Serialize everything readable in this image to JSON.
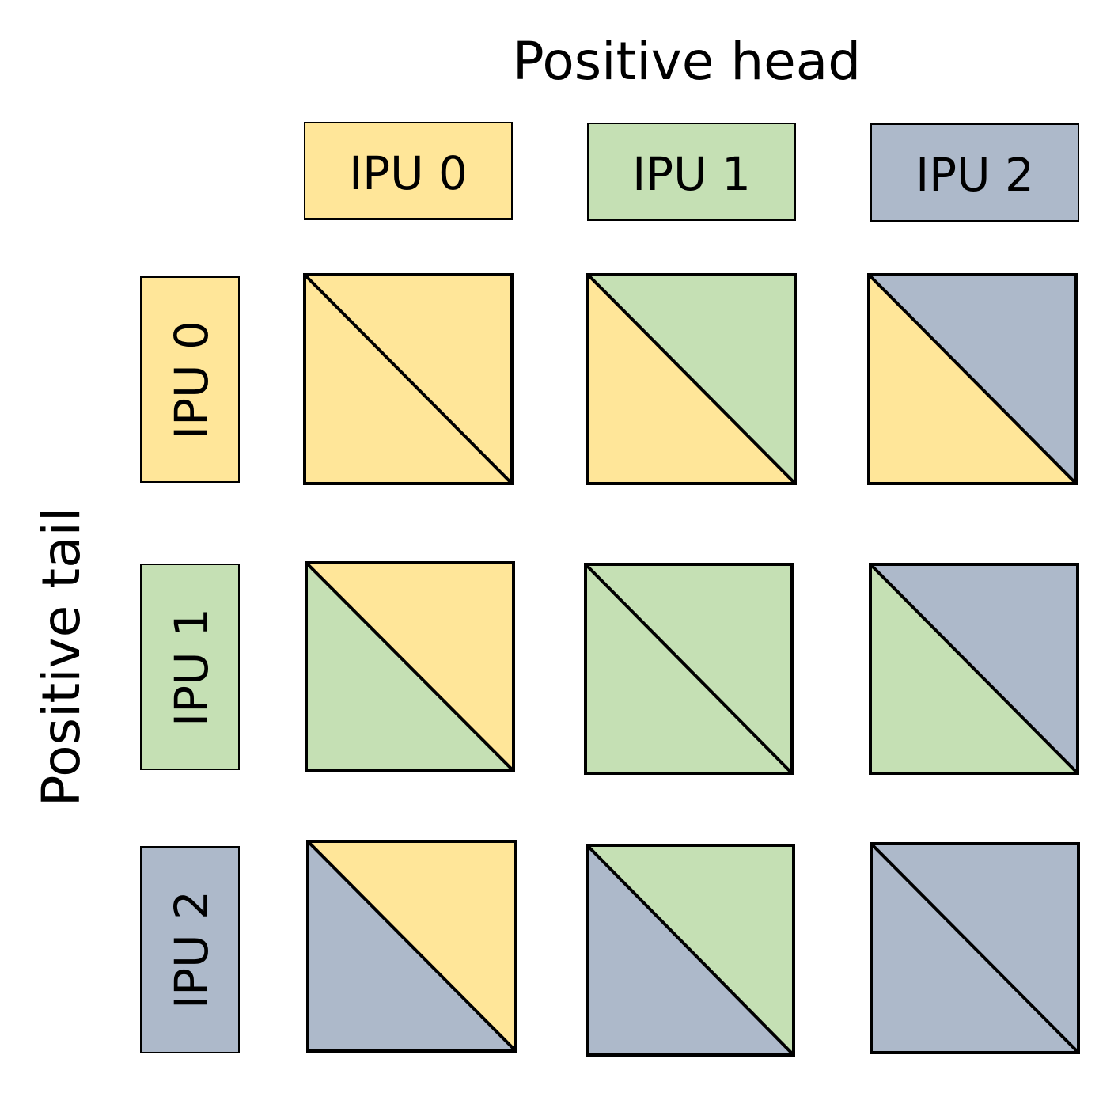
{
  "titles": {
    "head": "Positive head",
    "tail": "Positive tail"
  },
  "head_labels": [
    "IPU 0",
    "IPU 1",
    "IPU 2"
  ],
  "tail_labels": [
    "IPU 0",
    "IPU 1",
    "IPU 2"
  ],
  "colors": {
    "IPU 0": "#FFE699",
    "IPU 1": "#C5E0B4",
    "IPU 2": "#ADB9CA"
  },
  "cells": [
    [
      {
        "upper": "IPU 0",
        "lower": "IPU 0"
      },
      {
        "upper": "IPU 1",
        "lower": "IPU 0"
      },
      {
        "upper": "IPU 2",
        "lower": "IPU 0"
      }
    ],
    [
      {
        "upper": "IPU 0",
        "lower": "IPU 1"
      },
      {
        "upper": "IPU 1",
        "lower": "IPU 1"
      },
      {
        "upper": "IPU 2",
        "lower": "IPU 1"
      }
    ],
    [
      {
        "upper": "IPU 0",
        "lower": "IPU 2"
      },
      {
        "upper": "IPU 1",
        "lower": "IPU 2"
      },
      {
        "upper": "IPU 2",
        "lower": "IPU 2"
      }
    ]
  ]
}
